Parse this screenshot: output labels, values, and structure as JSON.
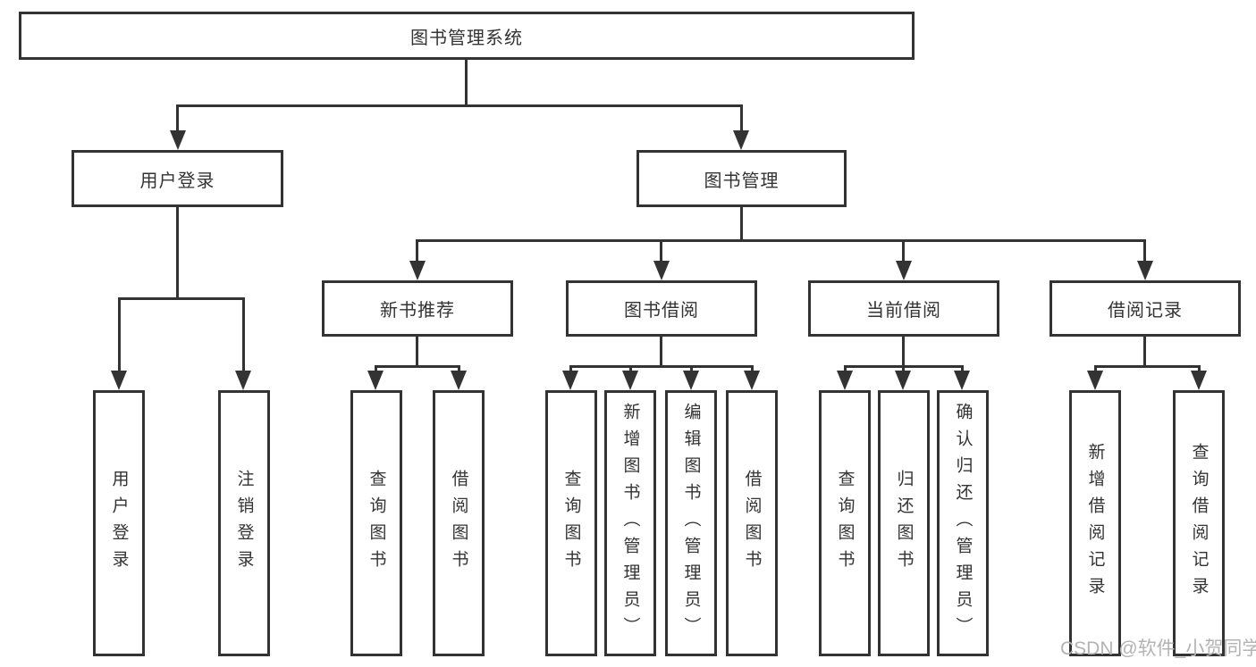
{
  "diagram": {
    "tree": {
      "root": {
        "label": "图书管理系统"
      },
      "branches": [
        {
          "label": "用户登录",
          "children": [
            {
              "label": "用户登录"
            },
            {
              "label": "注销登录"
            }
          ]
        },
        {
          "label": "图书管理",
          "children": [
            {
              "label": "新书推荐",
              "children": [
                {
                  "label": "查询图书"
                },
                {
                  "label": "借阅图书"
                }
              ]
            },
            {
              "label": "图书借阅",
              "children": [
                {
                  "label": "查询图书"
                },
                {
                  "label": "新增图书（管理员）"
                },
                {
                  "label": "编辑图书（管理员）"
                },
                {
                  "label": "借阅图书"
                }
              ]
            },
            {
              "label": "当前借阅",
              "children": [
                {
                  "label": "查询图书"
                },
                {
                  "label": "归还图书"
                },
                {
                  "label": "确认归还（管理员）"
                }
              ]
            },
            {
              "label": "借阅记录",
              "children": [
                {
                  "label": "新增借阅记录"
                },
                {
                  "label": "查询借阅记录"
                }
              ]
            }
          ]
        }
      ]
    },
    "colors": {
      "line": "#333333",
      "text": "#333333",
      "background": "#ffffff",
      "watermark": "#b3b3b3"
    }
  },
  "watermark": {
    "text": "CSDN @软件_小贺同学"
  }
}
